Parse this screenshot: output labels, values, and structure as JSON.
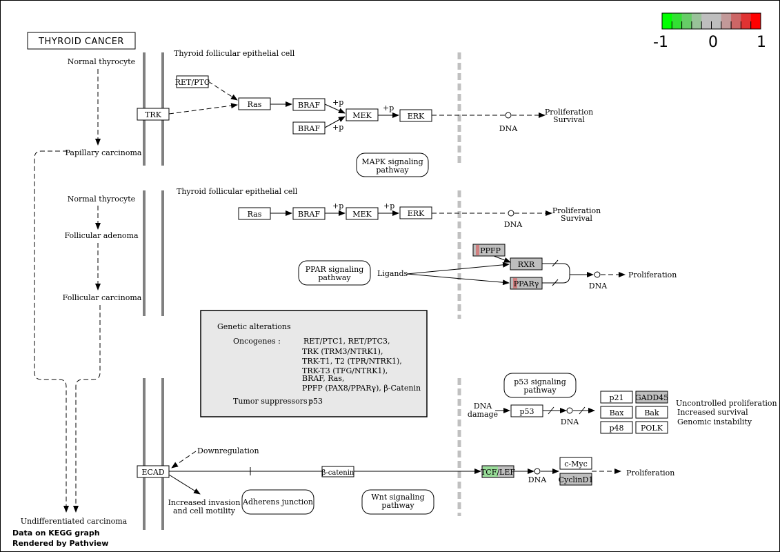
{
  "title": "THYROID CANCER",
  "legend": {
    "min": "-1",
    "mid": "0",
    "max": "1",
    "colors": [
      "#00ff00",
      "#33e033",
      "#66cc66",
      "#99c299",
      "#bebebe",
      "#bebebe",
      "#c29999",
      "#cc6666",
      "#e03333",
      "#ff0000"
    ]
  },
  "footer": {
    "line1": "Data on KEGG graph",
    "line2": "Rendered by Pathview"
  },
  "stages": {
    "normal_thyrocyte_1": "Normal thyrocyte",
    "papillary": "Papillary carcinoma",
    "normal_thyrocyte_2": "Normal thyrocyte",
    "follicular_adenoma": "Follicular adenoma",
    "follicular_carcinoma": "Follicular carcinoma",
    "undifferentiated": "Undifferentiated carcinoma"
  },
  "cell_labels": {
    "top": "Thyroid follicular epithelial cell",
    "middle": "Thyroid follicular epithelial cell"
  },
  "nodes": {
    "ret_ptc": "RET/PTC",
    "trk": "TRK",
    "ras1": "Ras",
    "braf1": "BRAF",
    "braf1b": "BRAF",
    "mek1": "MEK",
    "erk1": "ERK",
    "ras2": "Ras",
    "braf2": "BRAF",
    "mek2": "MEK",
    "erk2": "ERK",
    "ppfp": "PPFP",
    "rxr": "RXR",
    "ppary": "PPARγ",
    "p53": "p53",
    "p21": "p21",
    "gadd45": "GADD45",
    "bax": "Bax",
    "bak": "Bak",
    "p48": "p48",
    "polk": "POLK",
    "ecad": "ECAD",
    "bcatenin": "β-catenin",
    "tcflef": "TCF/LEF",
    "cmyc": "c-Myc",
    "cyclind1": "CyclinD1"
  },
  "pathways": {
    "mapk": [
      "MAPK signaling",
      "pathway"
    ],
    "ppar": [
      "PPAR signaling",
      "pathway"
    ],
    "p53": [
      "p53 signaling",
      "pathway"
    ],
    "adherens": "Adherens junction",
    "wnt": [
      "Wnt signaling",
      "pathway"
    ]
  },
  "labels": {
    "p": "+p",
    "dna": "DNA",
    "ligands": "Ligands",
    "prolif_survival": [
      "Proliferation",
      "Survival"
    ],
    "proliferation": "Proliferation",
    "dna_damage": [
      "DNA",
      "damage"
    ],
    "outcomes": [
      "Uncontrolled proliferation",
      "Increased survival",
      "Genomic instability"
    ],
    "downregulation": "Downregulation",
    "invasion": [
      "Increased invasion",
      "and cell motility"
    ]
  },
  "genetic_box": {
    "heading": "Genetic alterations",
    "oncogenes_label": "Oncogenes :",
    "oncogenes": [
      "RET/PTC1, RET/PTC3,",
      "TRK (TRM3/NTRK1),",
      "TRK-T1, T2 (TPR/NTRK1),",
      "TRK-T3 (TFG/NTRK1),",
      "BRAF, Ras,",
      "PPFP (PAX8/PPARγ), β-Catenin"
    ],
    "suppressors_label": "Tumor suppressors :",
    "suppressors": "p53"
  }
}
